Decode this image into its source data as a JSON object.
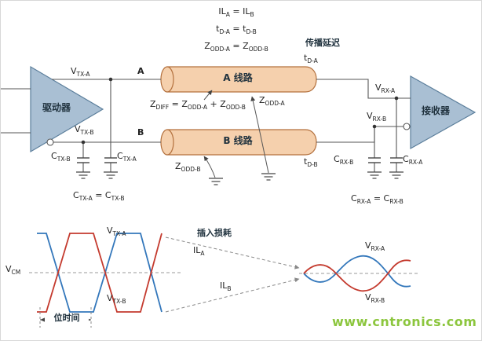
{
  "colors": {
    "wire": "#555555",
    "block_fill": "#a9bfd3",
    "block_stroke": "#5b7e9b",
    "cylinder_fill": "#f5d0ad",
    "cylinder_stroke": "#b3703d",
    "signal_blue": "#3377bb",
    "signal_red": "#c43a2e",
    "watermark_green": "#8cc63e"
  },
  "equations": {
    "il": [
      {
        "t": "IL"
      },
      {
        "t": "A",
        "sub": true
      },
      {
        "t": " = IL"
      },
      {
        "t": "B",
        "sub": true
      }
    ],
    "td": [
      {
        "t": "t"
      },
      {
        "t": "D-A",
        "sub": true
      },
      {
        "t": " = t"
      },
      {
        "t": "D-B",
        "sub": true
      }
    ],
    "zodd": [
      {
        "t": "Z"
      },
      {
        "t": "ODD-A",
        "sub": true
      },
      {
        "t": " = Z"
      },
      {
        "t": "ODD-B",
        "sub": true
      }
    ],
    "zdiff": [
      {
        "t": "Z"
      },
      {
        "t": "DIFF",
        "sub": true
      },
      {
        "t": " = Z"
      },
      {
        "t": "ODD-A",
        "sub": true
      },
      {
        "t": " + Z"
      },
      {
        "t": "ODD-B",
        "sub": true
      }
    ],
    "ctx": [
      {
        "t": "C"
      },
      {
        "t": "TX-A",
        "sub": true
      },
      {
        "t": " = C"
      },
      {
        "t": "TX-B",
        "sub": true
      }
    ],
    "crx": [
      {
        "t": "C"
      },
      {
        "t": "RX-A",
        "sub": true
      },
      {
        "t": " = C"
      },
      {
        "t": "RX-B",
        "sub": true
      }
    ]
  },
  "blocks": {
    "driver": "驱动器",
    "receiver": "接收器",
    "line_a": "A 线路",
    "line_b": "B 线路",
    "propagation_delay": "传播延迟"
  },
  "nodes": {
    "a": "A",
    "b": "B",
    "vtxa": [
      {
        "t": "V"
      },
      {
        "t": "TX-A",
        "sub": true
      }
    ],
    "vtxb": [
      {
        "t": "V"
      },
      {
        "t": "TX-B",
        "sub": true
      }
    ],
    "vrxa": [
      {
        "t": "V"
      },
      {
        "t": "RX-A",
        "sub": true
      }
    ],
    "vrxb": [
      {
        "t": "V"
      },
      {
        "t": "RX-B",
        "sub": true
      }
    ],
    "tda": [
      {
        "t": "t"
      },
      {
        "t": "D-A",
        "sub": true
      }
    ],
    "tdb": [
      {
        "t": "t"
      },
      {
        "t": "D-B",
        "sub": true
      }
    ],
    "zodda": [
      {
        "t": "Z"
      },
      {
        "t": "ODD-A",
        "sub": true
      }
    ],
    "zoddb": [
      {
        "t": "Z"
      },
      {
        "t": "ODD-B",
        "sub": true
      }
    ],
    "ctxa": [
      {
        "t": "C"
      },
      {
        "t": "TX-A",
        "sub": true
      }
    ],
    "ctxb": [
      {
        "t": "C"
      },
      {
        "t": "TX-B",
        "sub": true
      }
    ],
    "crxa": [
      {
        "t": "C"
      },
      {
        "t": "RX-A",
        "sub": true
      }
    ],
    "crxb": [
      {
        "t": "C"
      },
      {
        "t": "RX-B",
        "sub": true
      }
    ]
  },
  "waveform": {
    "vcm": [
      {
        "t": "V"
      },
      {
        "t": "CM",
        "sub": true
      }
    ],
    "ila": [
      {
        "t": "IL"
      },
      {
        "t": "A",
        "sub": true
      }
    ],
    "ilb": [
      {
        "t": "IL"
      },
      {
        "t": "B",
        "sub": true
      }
    ],
    "insertion_loss": "插入损耗",
    "bit_time": "位时间"
  },
  "watermark": "www.cntronics.com"
}
